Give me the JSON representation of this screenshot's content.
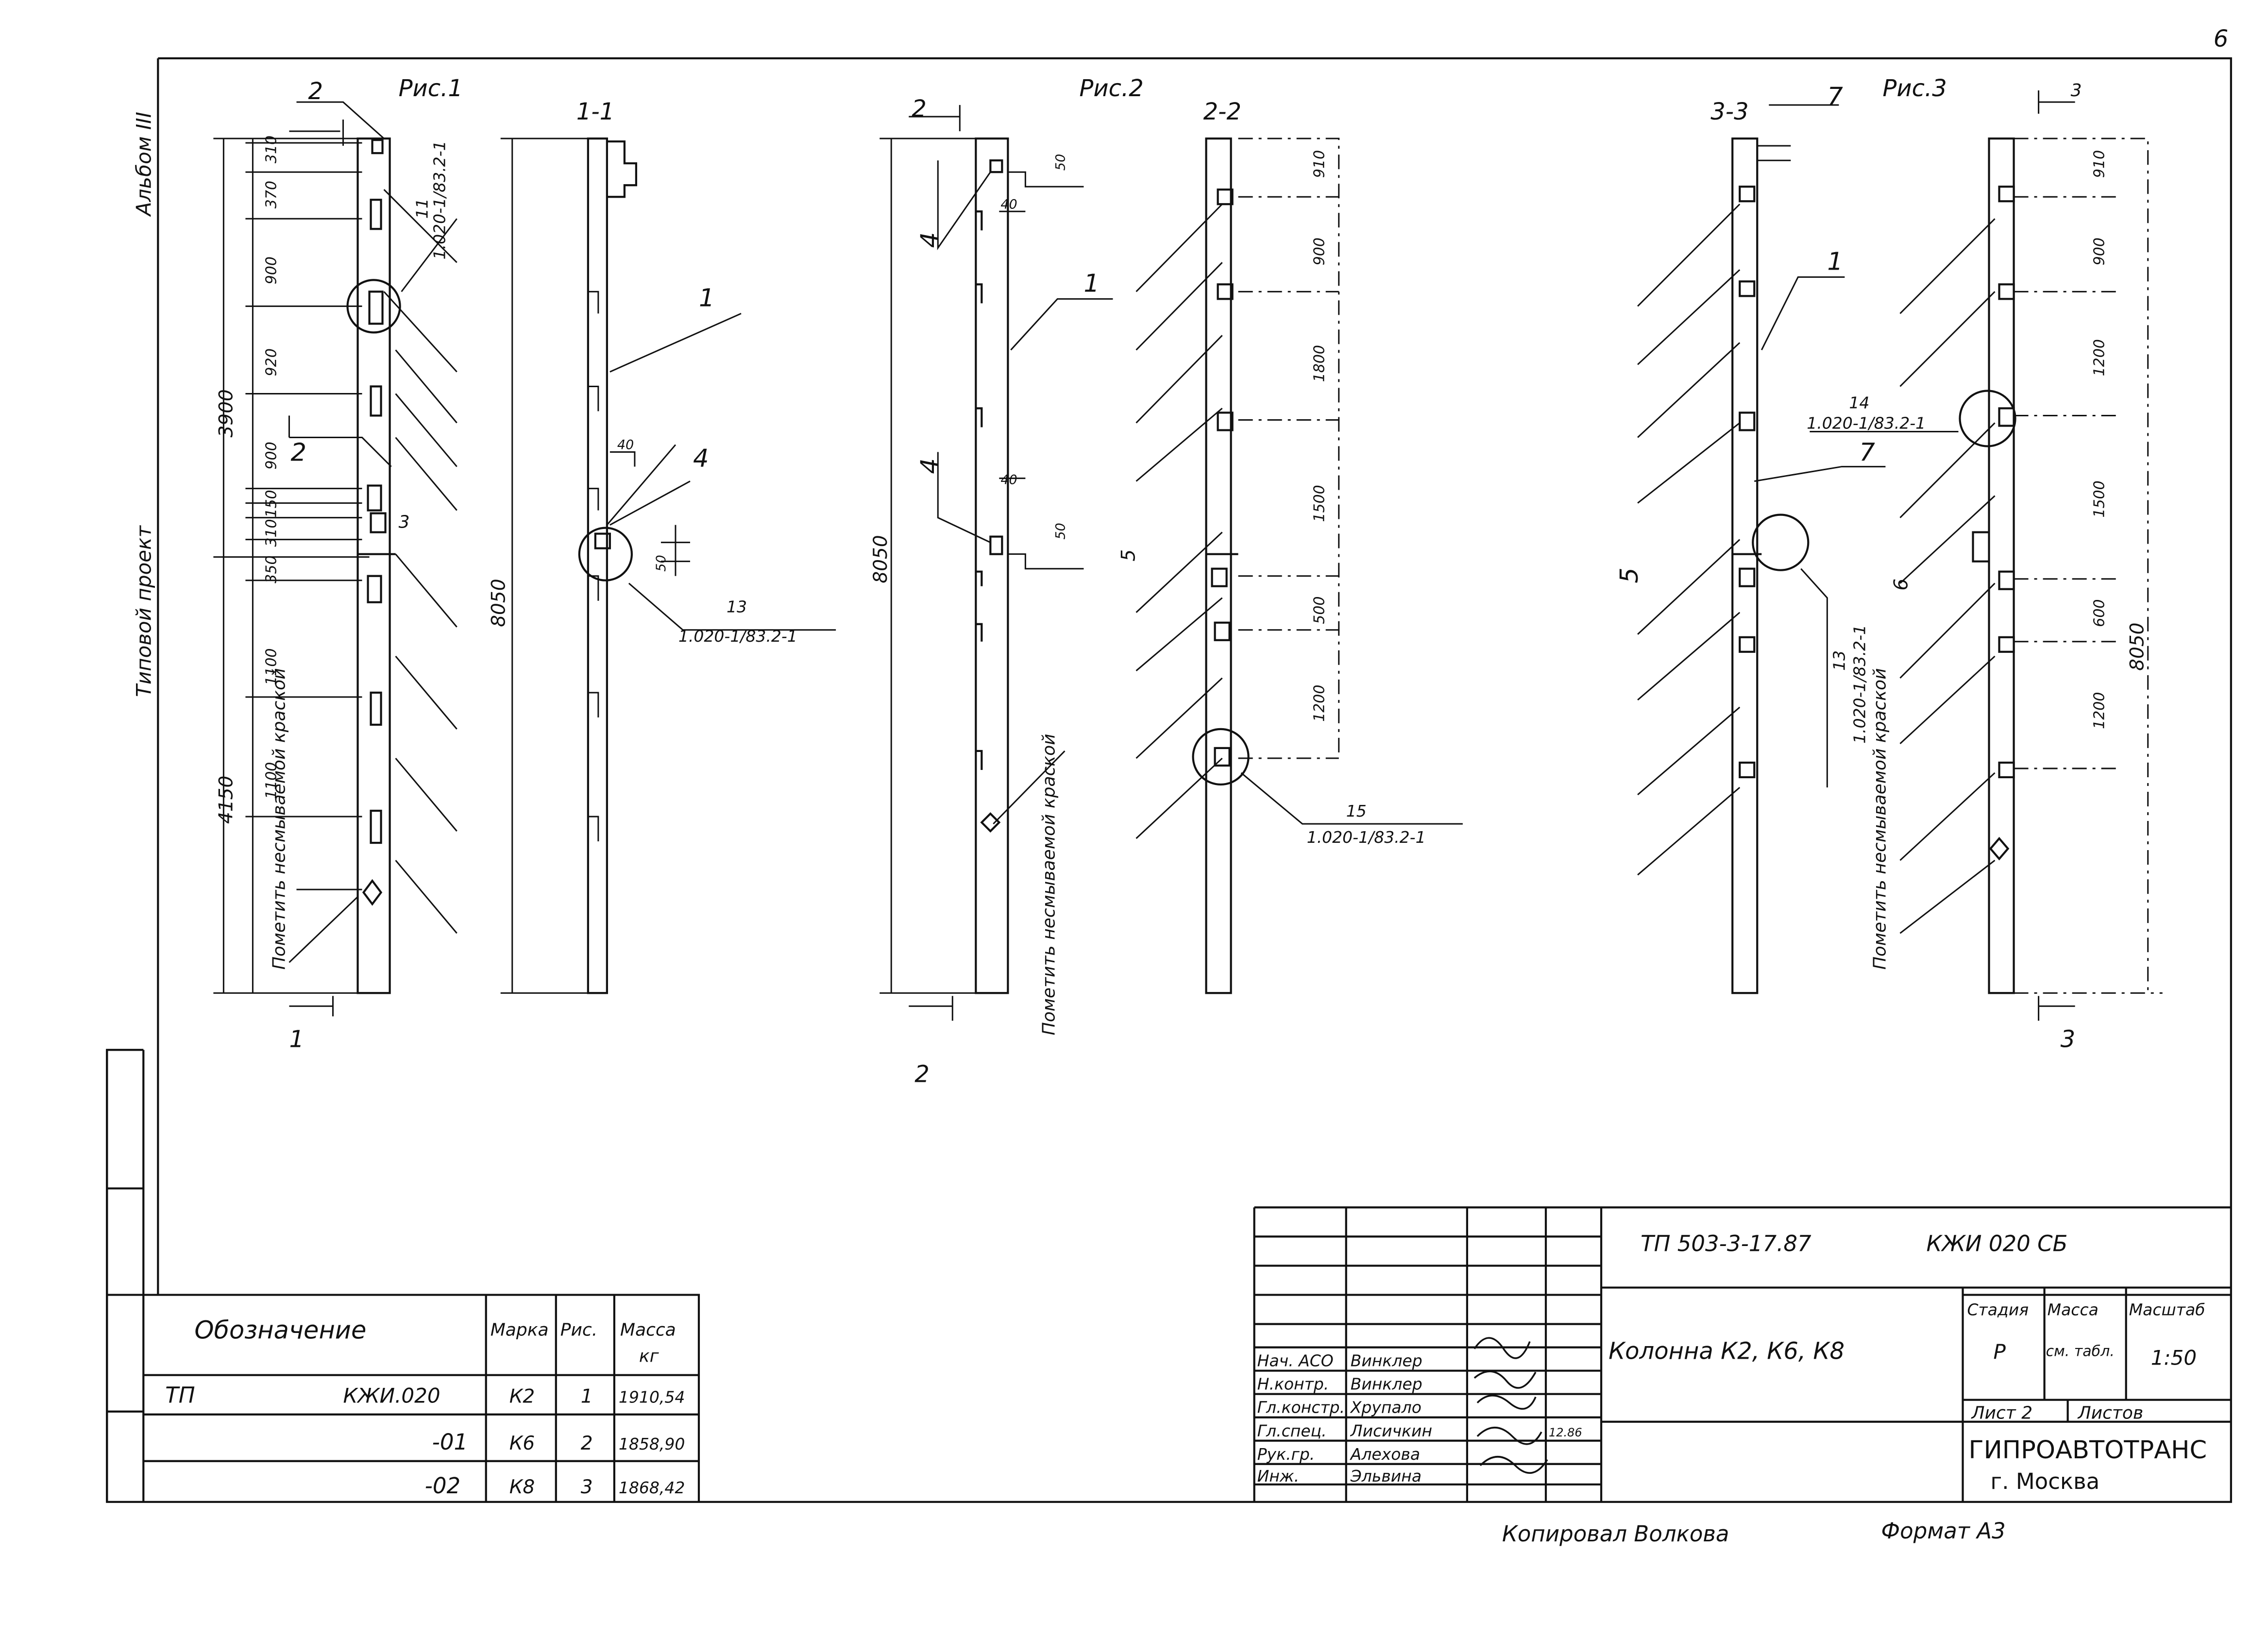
{
  "page_number": "6",
  "margin": {
    "album": "Альбом III",
    "project": "Типовой проект"
  },
  "figures": {
    "fig1": "Рис.1",
    "fig2": "Рис.2",
    "fig3": "Рис.3",
    "sec1": "1-1",
    "sec2": "2-2",
    "sec3": "3-3",
    "cut1": "1",
    "cut2": "2",
    "cut3": "3"
  },
  "dimensions": {
    "total": "8050",
    "upper": "3900",
    "lower": "4150",
    "fig1_chain": [
      "310",
      "370",
      "900",
      "920",
      "900",
      "150",
      "310",
      "350",
      "1100",
      "1100"
    ],
    "fig2_chain": [
      "910",
      "900",
      "1800",
      "1500",
      "500",
      "1200"
    ],
    "fig3_chain": [
      "910",
      "900",
      "1200",
      "1500",
      "600",
      "1200"
    ],
    "small": [
      "40",
      "50",
      "40",
      "50",
      "50",
      "40"
    ]
  },
  "callouts": {
    "c11": {
      "num": "11",
      "ref": "1.020-1/83.2-1"
    },
    "c13a": {
      "num": "13",
      "ref": "1.020-1/83.2-1"
    },
    "c13b": {
      "num": "13",
      "ref": "1.020-1/83.2-1"
    },
    "c14": {
      "num": "14",
      "ref": "1.020-1/83.2-1"
    },
    "c15": {
      "num": "15",
      "ref": "1.020-1/83.2-1"
    }
  },
  "position_marks": [
    "1",
    "2",
    "3",
    "4",
    "5",
    "6",
    "7"
  ],
  "notes": {
    "paint": "Пометить несмываемой краской"
  },
  "spec_table": {
    "headers": {
      "designation": "Обозначение",
      "mark": "Марка",
      "fig": "Рис.",
      "mass": "Масса",
      "mass_unit": "кг"
    },
    "rows": [
      {
        "prefix": "ТП",
        "code": "КЖИ.020",
        "mark": "К2",
        "fig": "1",
        "mass": "1910,54"
      },
      {
        "prefix": "",
        "code": "-01",
        "mark": "К6",
        "fig": "2",
        "mass": "1858,90"
      },
      {
        "prefix": "",
        "code": "-02",
        "mark": "К8",
        "fig": "3",
        "mass": "1868,42"
      }
    ]
  },
  "title_block": {
    "project_code": "ТП 503-3-17.87",
    "doc_code": "КЖИ 020 СБ",
    "title": "Колонна К2, К6, К8",
    "stage_label": "Стадия",
    "mass_label": "Масса",
    "scale_label": "Масштаб",
    "stage": "Р",
    "mass": "см. табл.",
    "scale": "1:50",
    "sheet_label": "Лист 2",
    "sheets_label": "Листов",
    "org": "ГИПРОАВТОТРАНС",
    "city": "г. Москва",
    "signatures": [
      {
        "role": "Нач. АСО",
        "name": "Винклер"
      },
      {
        "role": "Н.контр.",
        "name": "Винклер"
      },
      {
        "role": "Гл.констр.",
        "name": "Хрупало"
      },
      {
        "role": "Гл.спец.",
        "name": "Лисичкин"
      },
      {
        "role": "Рук.гр.",
        "name": "Алехова"
      },
      {
        "role": "Инж.",
        "name": "Эльвина"
      }
    ],
    "sign_date": "12.86"
  },
  "footer": {
    "copied": "Копировал Волкова",
    "format": "Формат А3"
  }
}
